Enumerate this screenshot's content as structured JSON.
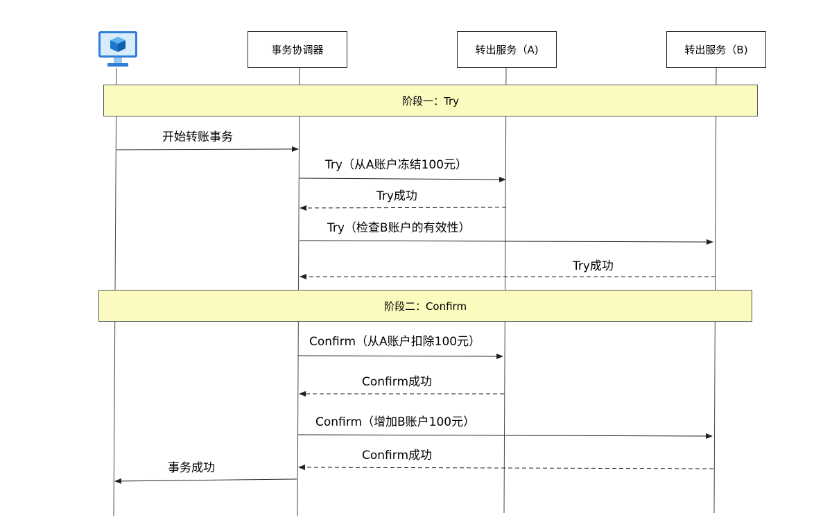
{
  "participants": {
    "coordinator": "事务协调器",
    "service_a": "转出服务（A)",
    "service_b": "转出服务（B)"
  },
  "actor_icon": "computer-monitor-icon",
  "phases": {
    "phase1": "阶段一：Try",
    "phase2": "阶段二：Confirm"
  },
  "messages": {
    "m1": "开始转账事务",
    "m2": "Try（从A账户冻结100元）",
    "m3": "Try成功",
    "m4": "Try（检查B账户的有效性）",
    "m5": "Try成功",
    "m6": "Confirm（从A账户扣除100元）",
    "m7": "Confirm成功",
    "m8": "Confirm（增加B账户100元）",
    "m9": "Confirm成功",
    "m10": "事务成功"
  },
  "colors": {
    "phase_fill": "#fbfbbf",
    "line": "#333333",
    "icon_blue": "#1e88e5"
  }
}
